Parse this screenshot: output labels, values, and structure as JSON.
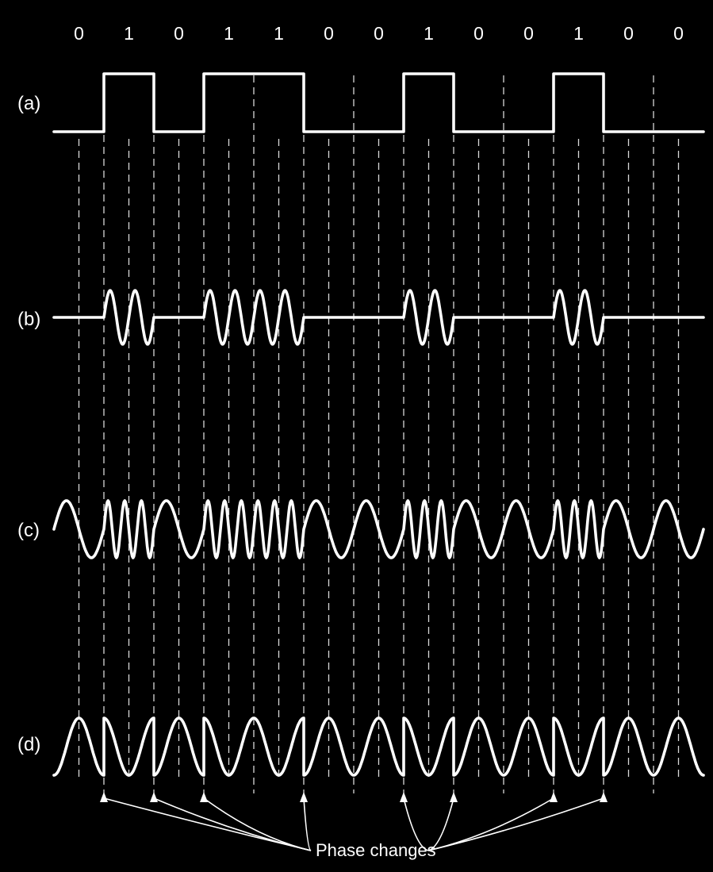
{
  "bits": [
    "0",
    "1",
    "0",
    "1",
    "1",
    "0",
    "0",
    "1",
    "0",
    "0",
    "1",
    "0",
    "0"
  ],
  "row_labels": {
    "a": "(a)",
    "b": "(b)",
    "c": "(c)",
    "d": "(d)"
  },
  "caption": "Phase changes",
  "colors": {
    "background": "#000000",
    "foreground": "#ffffff"
  }
}
